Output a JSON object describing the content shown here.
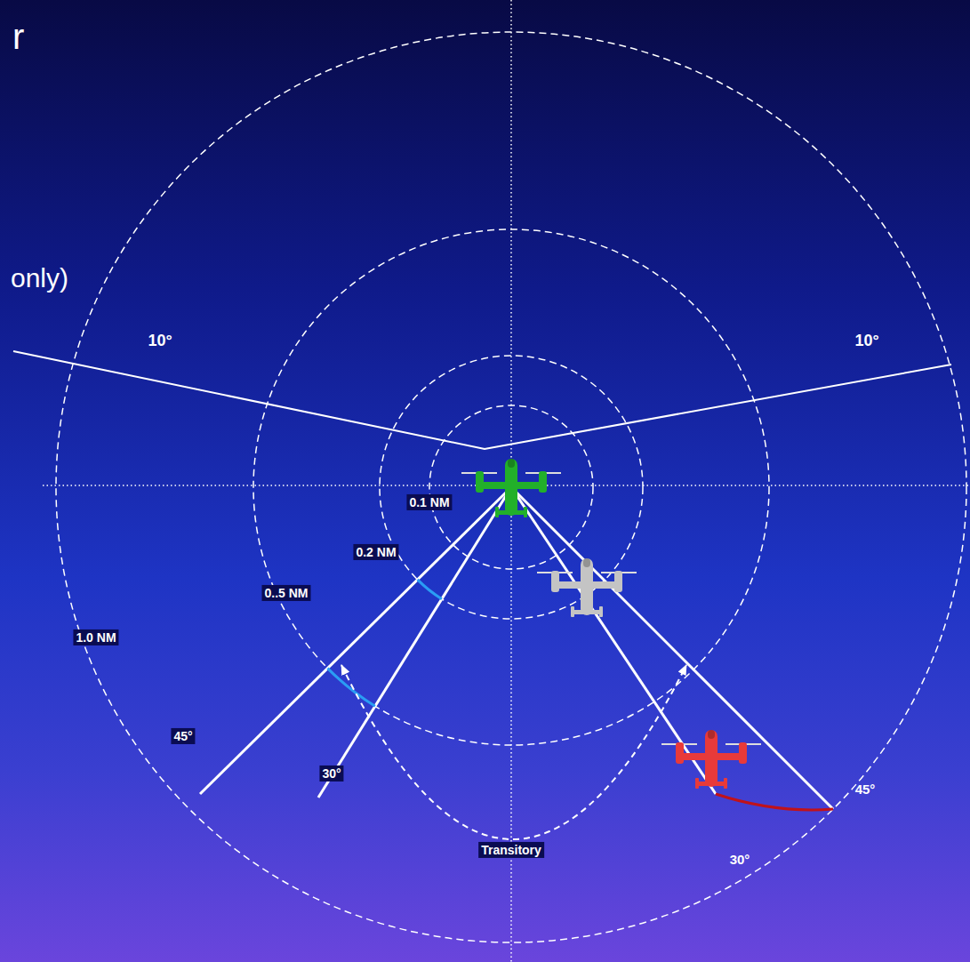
{
  "diagram": {
    "labels": [
      "r",
      "only)",
      "10°",
      "10°",
      "0.1 NM",
      "0.2 NM",
      "0..5 NM",
      "1.0 NM",
      "45°",
      "30°",
      "Transitory",
      "45°",
      "30°"
    ]
  }
}
